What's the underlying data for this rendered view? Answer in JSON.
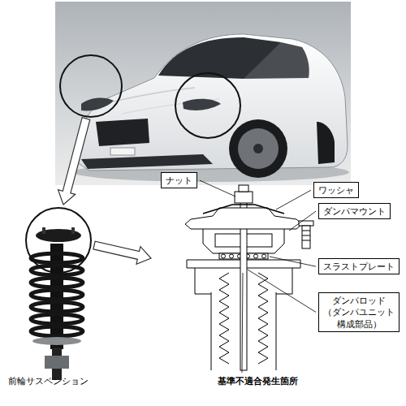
{
  "diagram": {
    "nodes": [
      {
        "text": [
          "ナット"
        ]
      },
      {
        "text": [
          "ワッシャ"
        ]
      },
      {
        "text": [
          "ダンパマウント"
        ]
      },
      {
        "text": [
          "スラストプレート"
        ]
      },
      {
        "text": [
          "ダンパロッド （ダンパユニット 構成部品）"
        ]
      }
    ],
    "labels": [
      "前輪サスペンション",
      "基準不適合発生箇所"
    ]
  }
}
